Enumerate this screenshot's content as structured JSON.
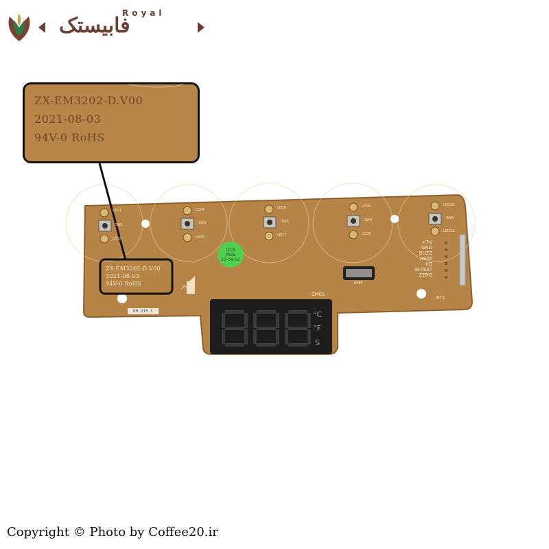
{
  "logo": {
    "royal": "Royal",
    "name": "فابیستک"
  },
  "zoom_label": {
    "line1": "ZX-EM3202-D.V00",
    "line2": "2021-08-03",
    "line3": "94V-0 RoHS"
  },
  "board_label": {
    "line1": "ZX-EM3202-D.V00",
    "line2": "2021-08-03",
    "line3": "94V-0 RoHS"
  },
  "component_labels": {
    "led1": "LED1",
    "sw1_left": "SW1",
    "led2": "LED2",
    "led4": "LED4",
    "sw2": "SW2",
    "led5": "LED5",
    "led6": "LED6",
    "sw_mid": "SW1",
    "led7": "LED7",
    "led8": "LED8",
    "sw4": "SW4",
    "led9": "LED9",
    "led10": "LED10",
    "sw5": "SW5",
    "led11": "LED11",
    "rt1": "RT1",
    "sm01": "SM01",
    "buzzer": "BEEP",
    "jp1": "JP1"
  },
  "pin_labels": [
    "+5V",
    "GND",
    "BUZZ",
    "HEAT",
    "KG",
    "W-TEST",
    "ZERO"
  ],
  "qc_sticker": {
    "line1": "QCB",
    "line2": "PASS",
    "line3": "22-08-12"
  },
  "display": {
    "unit_c": "°C",
    "unit_f": "°F",
    "unit_s": "S"
  },
  "code_tag": "K0 215 C",
  "copyright": "Copyright © Photo by Coffee20.ir",
  "colors": {
    "pcb": "#b68446",
    "pcb_dark": "#8e5f2c",
    "brand": "#6b4030",
    "display": "#1c1c1c"
  }
}
